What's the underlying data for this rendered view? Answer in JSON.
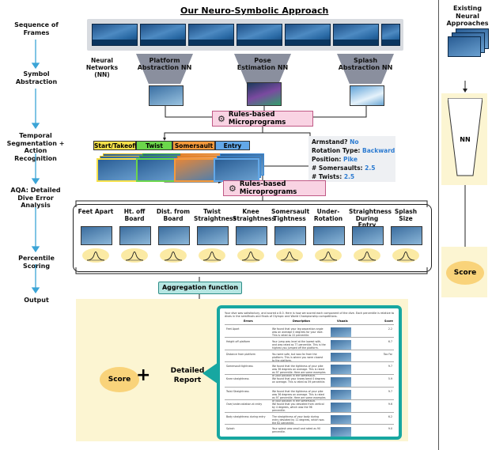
{
  "title": "Our Neuro-Symbolic Approach",
  "right_title": "Existing Neural Approaches",
  "stages": [
    "Sequence of Frames",
    "Symbol Abstraction",
    "Temporal Segmentation + Action Recognition",
    "AQA: Detailed Dive Error Analysis",
    "Percentile Scoring",
    "Output"
  ],
  "neural_networks_label": "Neural Networks (NN)",
  "nn_modules": [
    "Platform Abstraction NN",
    "Pose Estimation NN",
    "Splash Abstraction NN"
  ],
  "rules_label": "Rules-based Microprograms",
  "segments": [
    {
      "label": "Start/Takeoff",
      "color": "#f6e14a"
    },
    {
      "label": "Twist",
      "color": "#6bd64b"
    },
    {
      "label": "Somersault",
      "color": "#f59a3c"
    },
    {
      "label": "Entry",
      "color": "#63a8e8"
    }
  ],
  "action_info": [
    {
      "key": "Armstand?",
      "value": "No"
    },
    {
      "key": "Rotation Type:",
      "value": "Backward"
    },
    {
      "key": "Position:",
      "value": "Pike"
    },
    {
      "key": "# Somersaults:",
      "value": "2.5"
    },
    {
      "key": "# Twists:",
      "value": "2.5"
    }
  ],
  "errors": [
    "Feet Apart",
    "Ht. off Board",
    "Dist. from Board",
    "Twist Straightness",
    "Knee Straightness",
    "Somersault Tightness",
    "Under-Rotation",
    "Straightness During Entry",
    "Splash Size"
  ],
  "aggregation_label": "Aggregation function",
  "score_label": "Score",
  "plus": "+",
  "detailed_report": "Detailed Report",
  "nn_label": "NN",
  "report": {
    "intro": "Your dive was satisfactory, and scored a 8.0. Here is how we scored each component of the dive. Each percentile is relative to dives in the semifinals and finals of Olympic and World Championship competitions.",
    "headers": [
      "Errors",
      "Description",
      "Visuals",
      "Score"
    ],
    "rows": [
      {
        "error": "Feet Apart",
        "desc": "We found that your leg separation angle was on average 0 degrees for your dive. This is rated as 22 percentile.",
        "score": "2.2"
      },
      {
        "error": "Height off platform",
        "desc": "Your jump was level at the lowest with, and was rated as 77 percentile. This is the highest you jumped off the platform.",
        "score": "6.7"
      },
      {
        "error": "Distance from platform",
        "desc": "You were safe, but was far from the platform. This is where you were closest to the platform.",
        "score": "Too Far"
      },
      {
        "error": "Somersault tightness",
        "desc": "We found that the tightness of your pike was 36 degrees on average. This is rated as 97 percentile. Here are some examples of your position in the somersault.",
        "score": "9.7"
      },
      {
        "error": "Knee straightness",
        "desc": "We found that your knees bend 0 degrees on average. This is rated as 59 percentile.",
        "score": "5.9"
      },
      {
        "error": "Twist Straightness",
        "desc": "We found that the tightness of your pike was 36 degrees on average. This is rated as 97 percentile. Here are some examples of your position in the somersault.",
        "score": "9.7"
      },
      {
        "error": "Over/under-rotation at entry",
        "desc": "We found that you deviated from vertical by 4 degrees, which was the 96 percentile.",
        "score": "9.6"
      },
      {
        "error": "Body straightness during entry",
        "desc": "The straightness of your body during entry deviated by 11 degrees, which was the 62 percentile.",
        "score": "6.2"
      },
      {
        "error": "Splash",
        "desc": "Your splash was small and rated as 90 percentile.",
        "score": "9.0"
      }
    ]
  }
}
